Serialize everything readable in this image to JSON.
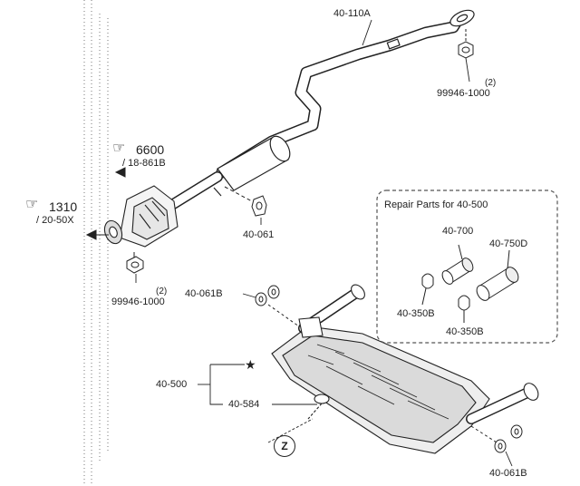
{
  "labels": {
    "pipe_front": "40-110A",
    "washer_qty_top": "(2)",
    "bolt_top": "99946-1000",
    "ref_catalyst": "6600",
    "ref_catalyst_sub": "/ 18-861B",
    "ref_manifold": "1310",
    "ref_manifold_sub": "/ 20-50X",
    "hanger_front": "40-061",
    "washer_qty_bottom": "(2)",
    "bolt_bottom": "99946-1000",
    "hanger_left": "40-061B",
    "hanger_right": "40-061B",
    "muffler_assy": "40-500",
    "stud": "40-584",
    "zone": "Z"
  },
  "repair_box": {
    "title": "Repair Parts for 40-500",
    "tip_700": "40-700",
    "tip_750d": "40-750D",
    "clamp_left": "40-350B",
    "clamp_right": "40-350B"
  },
  "icons": {
    "hand_catalyst": "pointing-hand-icon",
    "hand_manifold": "pointing-hand-icon",
    "star": "star-icon"
  }
}
